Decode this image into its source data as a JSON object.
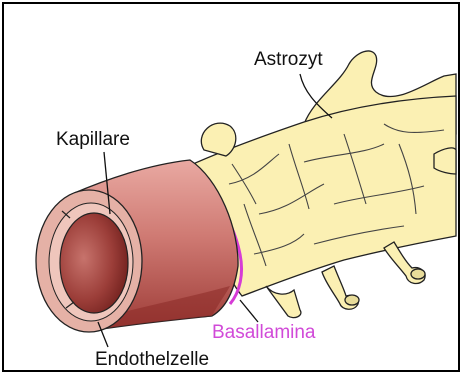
{
  "labels": {
    "astrozyt": "Astrozyt",
    "kapillare": "Kapillare",
    "basallamina": "Basallamina",
    "endothelzelle": "Endothelzelle"
  },
  "colors": {
    "astrocyte_fill": "#fbf0b3",
    "astrocyte_outline": "#222222",
    "capillary_wall": "#c56b67",
    "capillary_inner": "#8f2e2a",
    "endothelium_ring": "#e9b8ad",
    "basal_lamina": "#d63bd6",
    "basal_lamina_text": "#d14ad8"
  }
}
